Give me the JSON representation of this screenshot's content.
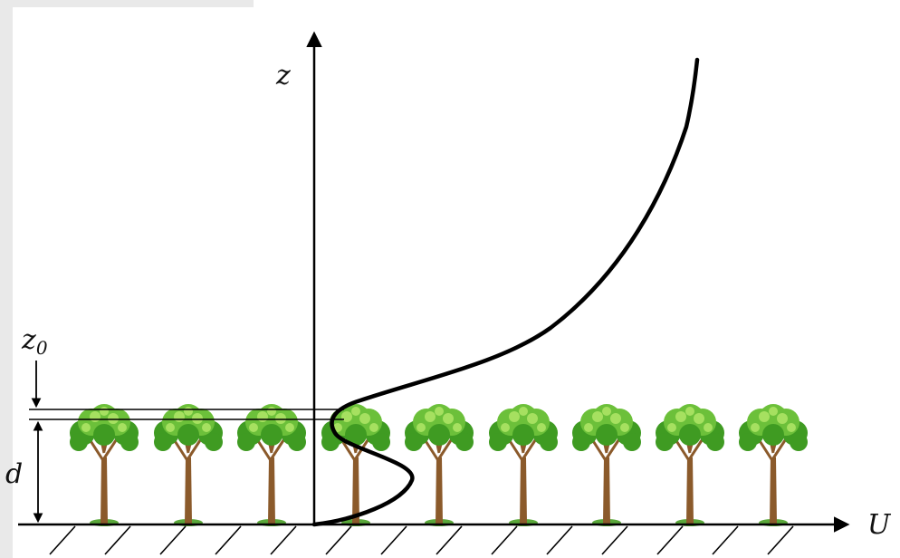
{
  "labels": {
    "z_axis": "z",
    "u_axis": "U",
    "z0_main": "z",
    "z0_sub": "0",
    "d": "d"
  },
  "colors": {
    "ink": "#000000",
    "trunk": "#8B5A2B",
    "canopy_dark": "#3f9b22",
    "canopy_mid": "#6cc03a",
    "canopy_light": "#a6e060",
    "grass": "#5aa83a"
  },
  "icons": {
    "tree": "tree-icon"
  },
  "tree_count": 9
}
